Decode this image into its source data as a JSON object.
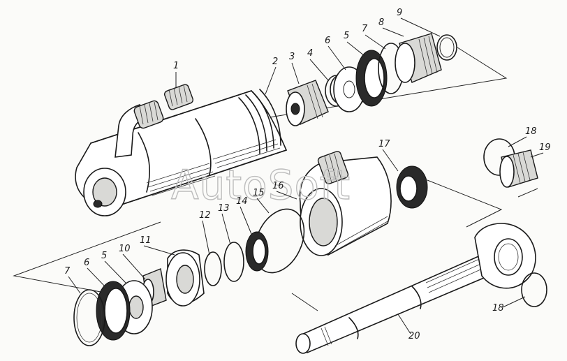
{
  "watermark": "AutoSoft",
  "callouts": {
    "c1": "1",
    "c2": "2",
    "c3": "3",
    "c4": "4",
    "c5a": "5",
    "c6a": "6",
    "c7a": "7",
    "c8": "8",
    "c9": "9",
    "c17": "17",
    "c18a": "18",
    "c19": "19",
    "c16": "16",
    "c15": "15",
    "c14": "14",
    "c13": "13",
    "c12": "12",
    "c11": "11",
    "c10": "10",
    "c5b": "5",
    "c6b": "6",
    "c7b": "7",
    "c18b": "18",
    "c20": "20"
  }
}
